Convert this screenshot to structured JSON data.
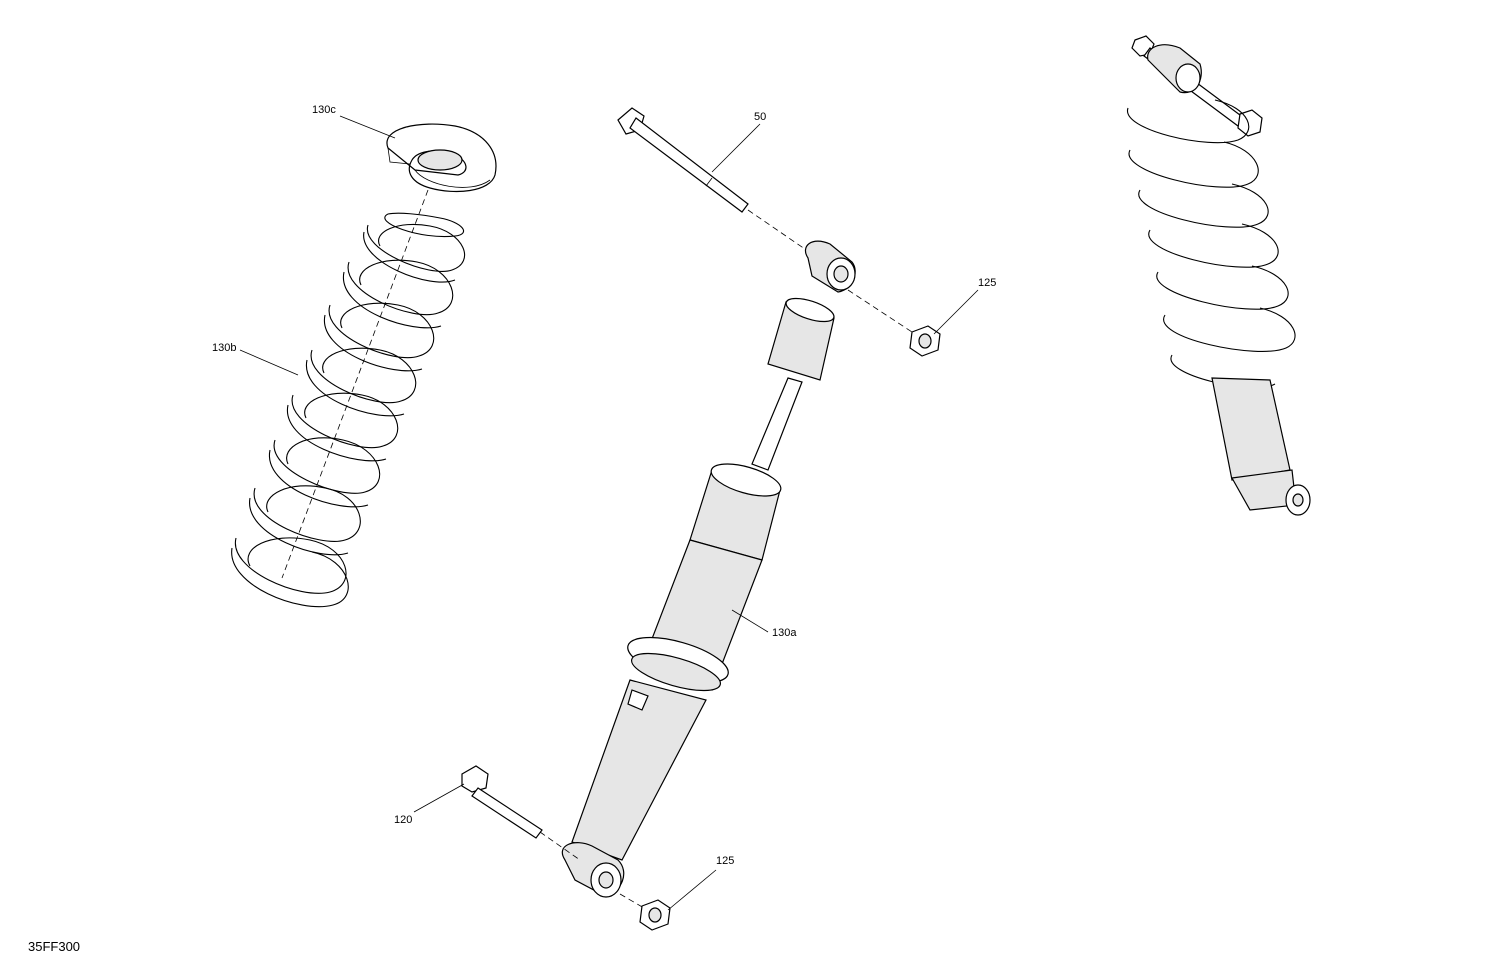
{
  "callouts": {
    "spring_seat": "130c",
    "spring": "130b",
    "upper_bolt": "50",
    "upper_nut": "125",
    "shock_body": "130a",
    "lower_bolt": "120",
    "lower_nut": "125"
  },
  "figure_code": "35FF300",
  "icons": {
    "spring_seat": "spring-seat-drawing",
    "spring": "coil-spring-drawing",
    "shock": "shock-absorber-drawing",
    "assembly": "shock-assembly-drawing",
    "bolt": "bolt-drawing",
    "nut": "nut-drawing"
  }
}
